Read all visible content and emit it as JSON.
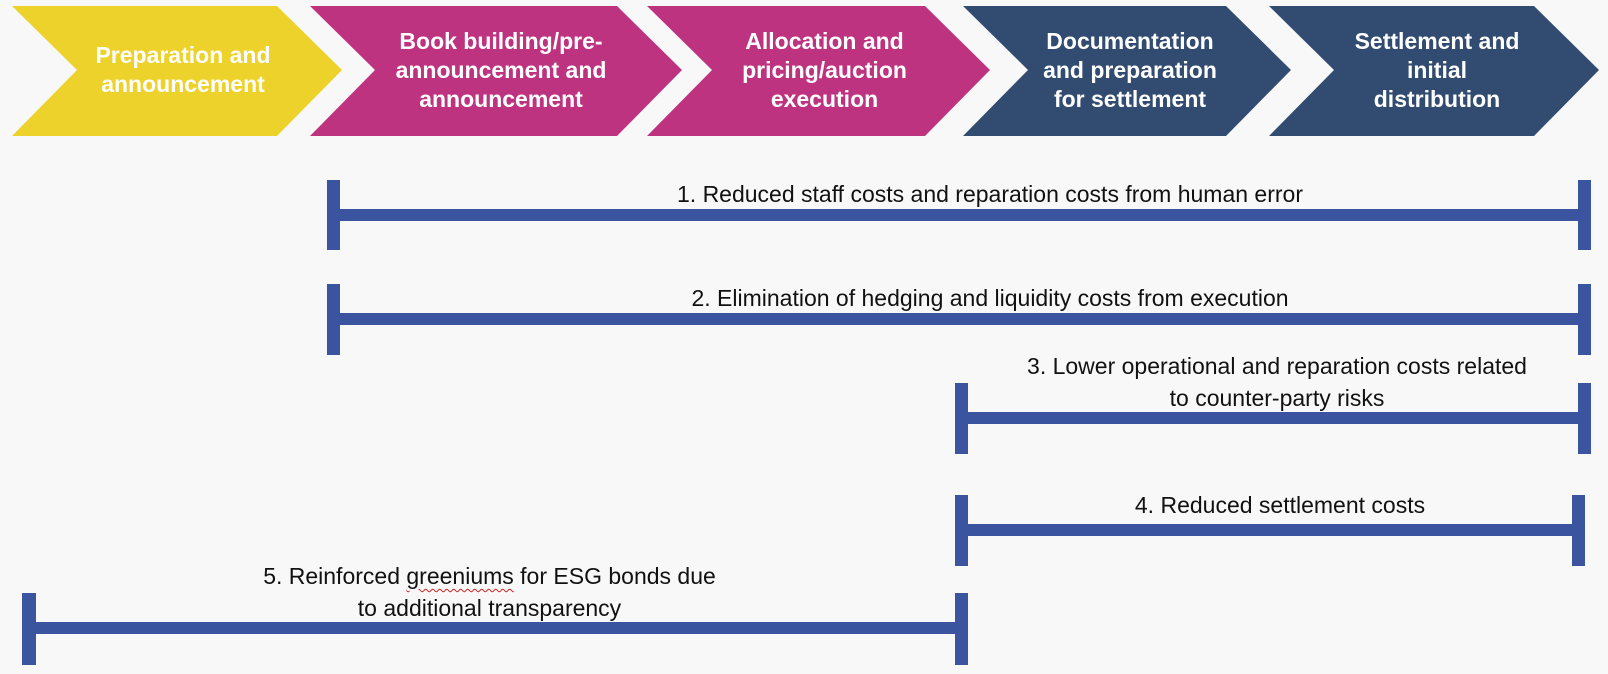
{
  "stages": [
    {
      "label": "Preparation and announcement",
      "color": "#ecd22a"
    },
    {
      "label": "Book building/pre-announcement and announcement",
      "color": "#be3380"
    },
    {
      "label": "Allocation and pricing/auction execution",
      "color": "#be3380"
    },
    {
      "label": "Documentation and preparation for settlement",
      "color": "#324b70"
    },
    {
      "label": "Settlement and initial distribution",
      "color": "#324b70"
    }
  ],
  "benefits": [
    {
      "label": "1. Reduced staff costs and reparation costs from human error",
      "from_stage": 2,
      "to_stage": 5
    },
    {
      "label": "2. Elimination of hedging and liquidity costs from execution",
      "from_stage": 2,
      "to_stage": 5
    },
    {
      "label": "3. Lower operational and reparation costs related to counter-party risks",
      "from_stage": 4,
      "to_stage": 5
    },
    {
      "label": "4. Reduced settlement costs",
      "from_stage": 4,
      "to_stage": 5
    },
    {
      "label": "5. Reinforced greeniums for ESG bonds due to additional transparency",
      "from_stage": 1,
      "to_stage": 3,
      "spellcheck_underline_word": "greeniums"
    }
  ],
  "bar_color": "#3a54a0"
}
